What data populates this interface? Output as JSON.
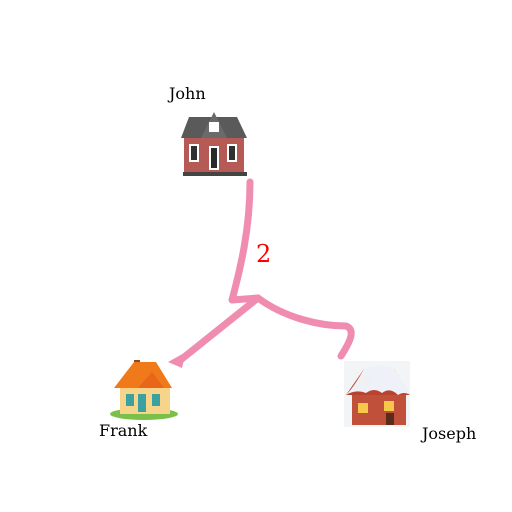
{
  "houses": {
    "john": {
      "name": "John",
      "icon": "brick-house-icon"
    },
    "frank": {
      "name": "Frank",
      "icon": "orange-roof-house-icon"
    },
    "joseph": {
      "name": "Joseph",
      "icon": "snowy-house-icon"
    }
  },
  "paths": {
    "label": "2",
    "label_color": "#ff0000",
    "line_color": "#f08cb0"
  }
}
